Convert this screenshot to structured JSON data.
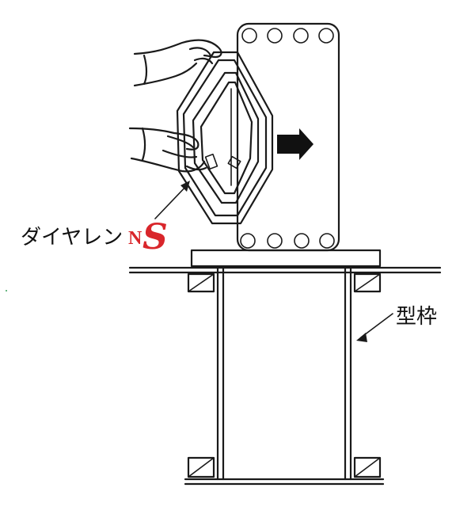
{
  "labels": {
    "product_prefix": "ダイヤレン",
    "product_n": "N",
    "product_s": "S",
    "formwork": "型枠"
  },
  "colors": {
    "ink": "#1a1a1a",
    "brand_red": "#d9262b",
    "arrow_fill": "#111111"
  },
  "icons": {
    "direction_arrow": "right-arrow-icon"
  }
}
